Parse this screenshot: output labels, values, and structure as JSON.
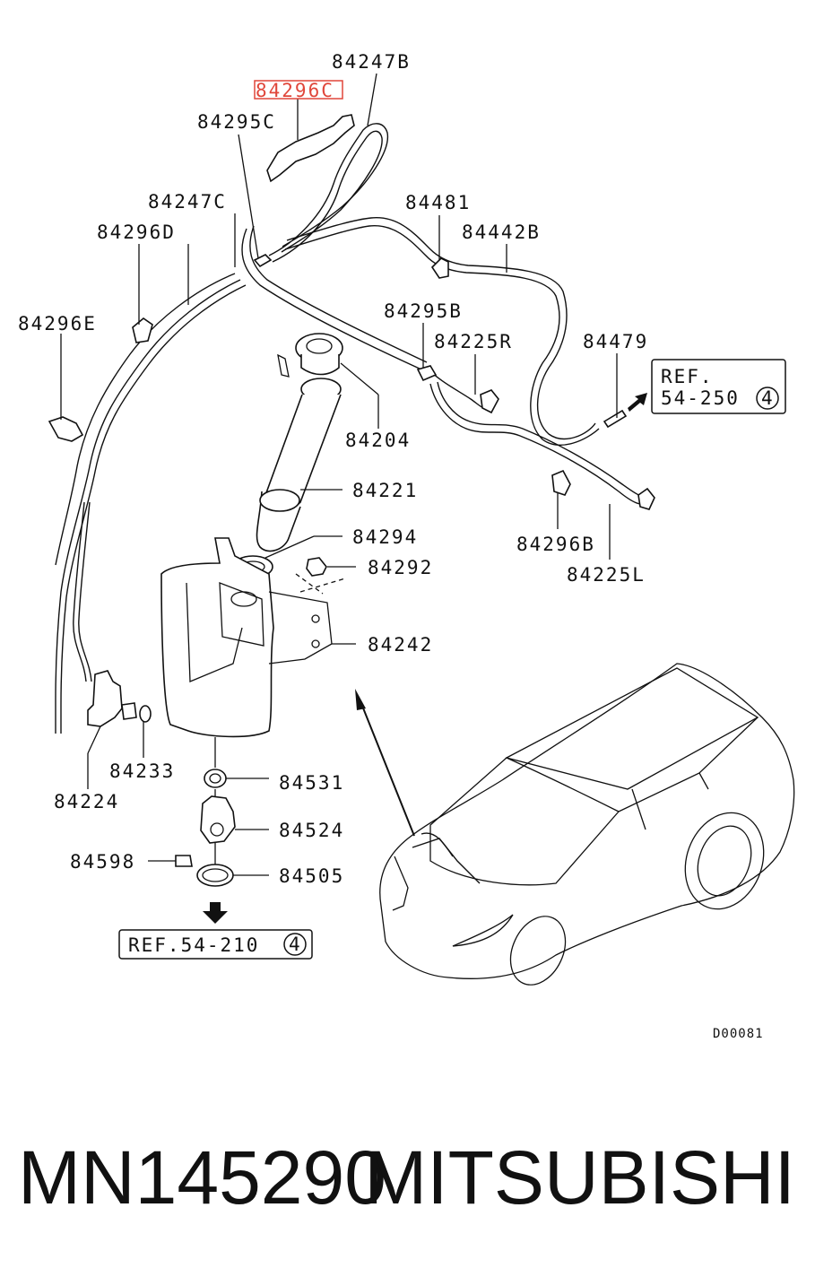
{
  "labels": {
    "p84247B": "84247B",
    "p84296C": "84296C",
    "p84295C": "84295C",
    "p84247C": "84247C",
    "p84296D": "84296D",
    "p84296E": "84296E",
    "p84481": "84481",
    "p84442B": "84442B",
    "p84295B": "84295B",
    "p84225R": "84225R",
    "p84479": "84479",
    "p84204": "84204",
    "p84221": "84221",
    "p84294": "84294",
    "p84292": "84292",
    "p84242": "84242",
    "p84296B": "84296B",
    "p84225L": "84225L",
    "p84233": "84233",
    "p84224": "84224",
    "p84531": "84531",
    "p84524": "84524",
    "p84598": "84598",
    "p84505": "84505"
  },
  "refs": {
    "ref_right_line1": "REF.",
    "ref_right_line2": "54-250",
    "ref_right_circle": "4",
    "ref_bottom_text": "REF.54-210",
    "ref_bottom_circle": "4"
  },
  "diagram_code": "D00081",
  "footer": {
    "part_number": "MN145290",
    "brand": "MITSUBISHI"
  },
  "colors": {
    "highlight": "#e0463a",
    "ink": "#111111"
  }
}
